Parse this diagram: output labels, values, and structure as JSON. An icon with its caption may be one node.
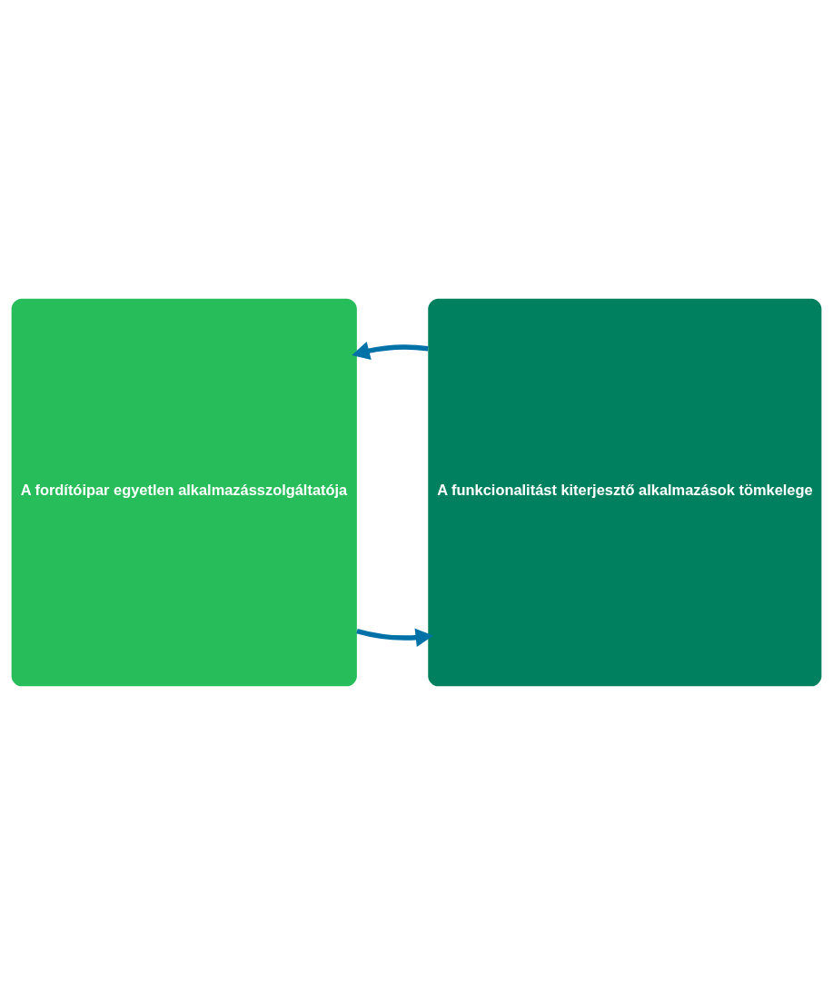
{
  "diagram": {
    "nodes": [
      {
        "text": [
          "A fordítóipar egyetlen alkalmazásszolgáltatója"
        ]
      },
      {
        "text": [
          "A funkcionalitást kiterjesztő alkalmazások tömkelege"
        ]
      }
    ],
    "edges": [
      {
        "from": 0,
        "to": 1,
        "arrow": "to"
      },
      {
        "from": 1,
        "to": 0,
        "arrow": "to"
      }
    ]
  }
}
